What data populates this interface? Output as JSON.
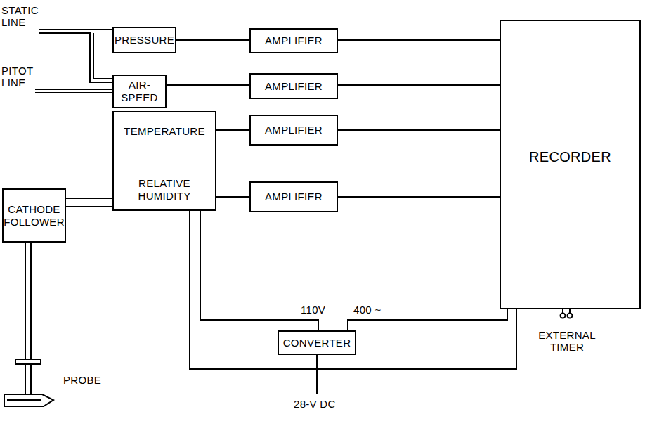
{
  "diagram": {
    "nodes": [
      {
        "text": [
          "PRESSURE"
        ]
      },
      {
        "text": [
          "AMPLIFIER"
        ]
      },
      {
        "text": [
          "RECORDER"
        ]
      },
      {
        "text": [
          "AIR-SPEED"
        ]
      },
      {
        "text": [
          "AMPLIFIER"
        ]
      },
      {
        "text": [
          "TEMPERATURE",
          "RELATIVE HUMIDITY"
        ]
      },
      {
        "text": [
          "AMPLIFIER"
        ]
      },
      {
        "text": [
          "CATHODE FOLLOWER"
        ]
      },
      {
        "text": [
          "AMPLIFIER"
        ]
      },
      {
        "text": [
          "CONVERTER"
        ]
      }
    ],
    "edges": [
      {
        "from": 0,
        "to": 1,
        "arrow": "none"
      },
      {
        "from": 1,
        "to": 2,
        "arrow": "none"
      },
      {
        "from": 3,
        "to": 4,
        "arrow": "none"
      },
      {
        "from": 4,
        "to": 2,
        "arrow": "none"
      },
      {
        "from": 7,
        "to": 5,
        "arrow": "none"
      },
      {
        "from": 7,
        "to": 5,
        "arrow": "none"
      },
      {
        "from": 5,
        "to": 6,
        "arrow": "none"
      },
      {
        "from": 6,
        "to": 2,
        "arrow": "none"
      },
      {
        "from": 5,
        "to": 8,
        "arrow": "none"
      },
      {
        "from": 8,
        "to": 2,
        "arrow": "none"
      },
      {
        "from": 5,
        "to": 9,
        "arrow": "none"
      },
      {
        "from": 9,
        "to": 2,
        "arrow": "none"
      },
      {
        "from": 5,
        "to": 2,
        "arrow": "none"
      }
    ],
    "labels": [
      "STATIC LINE",
      "PITOT LINE",
      "PROBE",
      "110V",
      "400 ~",
      "EXTERNAL TIMER",
      "28-V DC"
    ]
  }
}
